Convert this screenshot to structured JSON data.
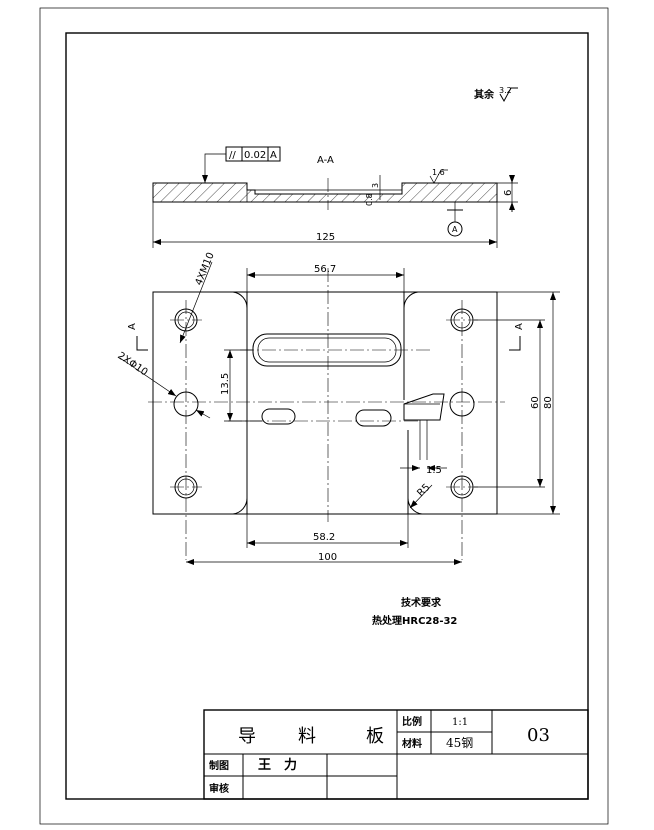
{
  "roughness_note": {
    "label": "其余",
    "value": "3.2"
  },
  "section": {
    "label": "A-A",
    "flatness": {
      "symbol": "//",
      "tolerance": "0.02",
      "datum": "A"
    },
    "roughness_top": "1.6",
    "roughness_side": "0.8",
    "dim_step": "3",
    "dim_thickness": "6",
    "dim_length": "125",
    "datum_label": "A"
  },
  "plan": {
    "dim_top": "56.7",
    "dim_slot_height": "13.5",
    "dim_gap": "1.5",
    "dim_radius": "R5",
    "dim_bottom": "58.2",
    "dim_hole_span": "100",
    "dim_height_inner": "60",
    "dim_height_outer": "80",
    "thread_note": "4XM10",
    "hole_note": "2XΦ10",
    "cut_left": "A",
    "cut_right": "A"
  },
  "tech_req": {
    "title": "技术要求",
    "line1": "热处理HRC28-32"
  },
  "title_block": {
    "part_name": [
      "导",
      "料",
      "板"
    ],
    "scale_label": "比例",
    "scale_value": "1:1",
    "material_label": "材料",
    "material_value": "45钢",
    "drawing_no": "03",
    "drawn_label": "制图",
    "drawn_name": "王　力",
    "checked_label": "审核"
  }
}
